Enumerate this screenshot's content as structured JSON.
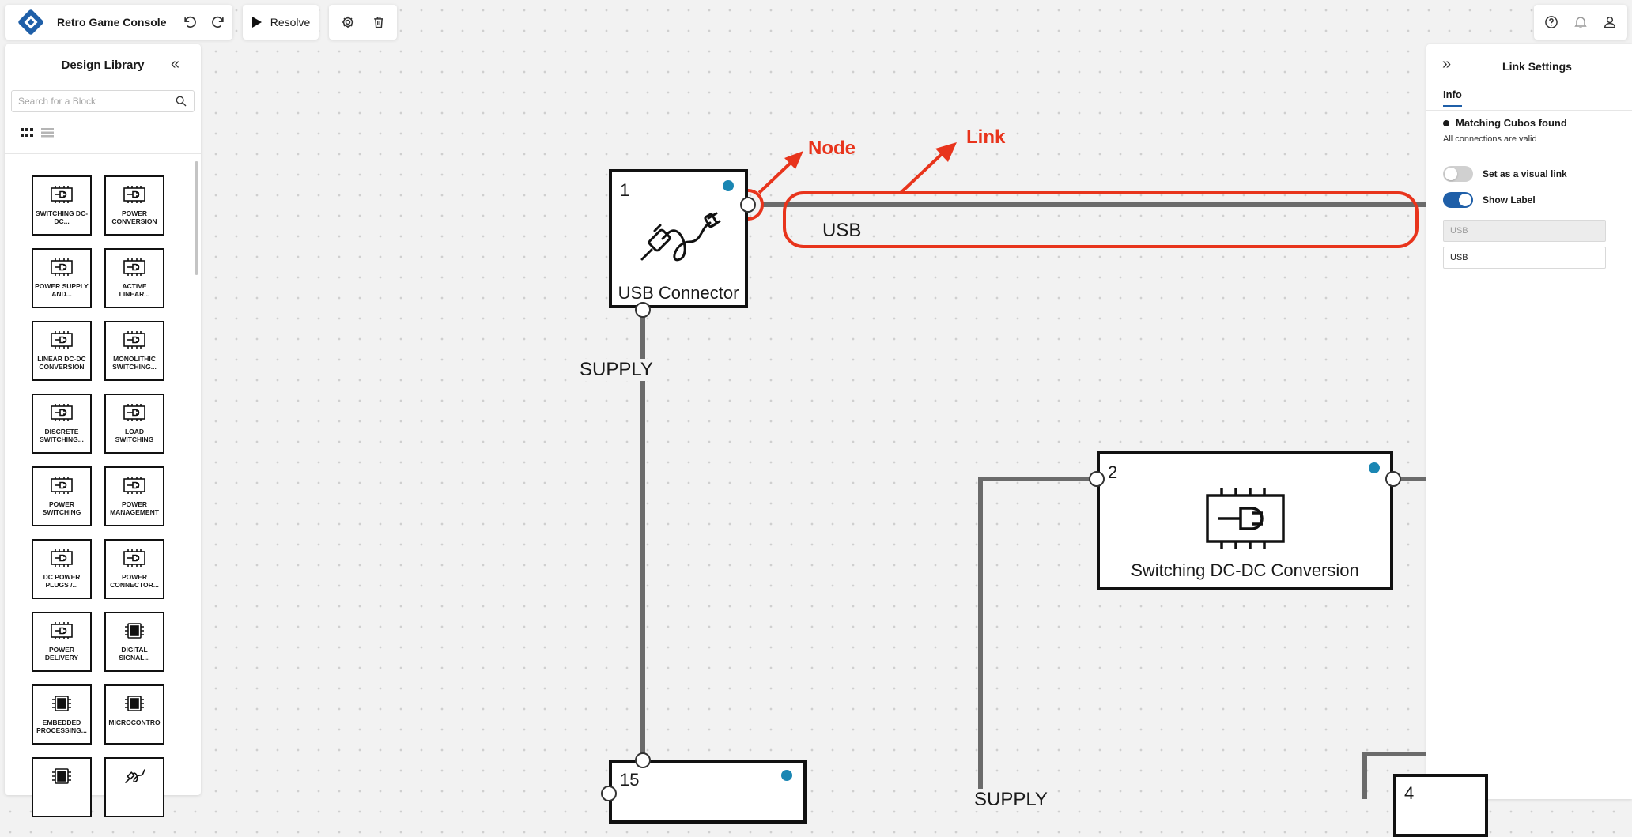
{
  "app": {
    "project_title": "Retro Game Console",
    "resolve_label": "Resolve"
  },
  "library": {
    "title": "Design Library",
    "search_placeholder": "Search for a Block",
    "blocks": [
      {
        "label": "SWITCHING DC-DC...",
        "icon": "chip-plug-icon"
      },
      {
        "label": "POWER CONVERSION",
        "icon": "chip-plug-icon"
      },
      {
        "label": "POWER SUPPLY AND...",
        "icon": "chip-plug-icon"
      },
      {
        "label": "ACTIVE LINEAR...",
        "icon": "chip-plug-icon"
      },
      {
        "label": "LINEAR DC-DC CONVERSION",
        "icon": "chip-plug-icon"
      },
      {
        "label": "MONOLITHIC SWITCHING...",
        "icon": "chip-plug-icon"
      },
      {
        "label": "DISCRETE SWITCHING...",
        "icon": "chip-plug-icon"
      },
      {
        "label": "LOAD SWITCHING",
        "icon": "chip-plug-icon"
      },
      {
        "label": "POWER SWITCHING",
        "icon": "chip-plug-icon"
      },
      {
        "label": "POWER MANAGEMENT",
        "icon": "chip-plug-icon"
      },
      {
        "label": "DC POWER PLUGS /...",
        "icon": "chip-plug-icon"
      },
      {
        "label": "POWER CONNECTOR...",
        "icon": "chip-plug-icon"
      },
      {
        "label": "POWER DELIVERY",
        "icon": "chip-plug-icon"
      },
      {
        "label": "DIGITAL SIGNAL...",
        "icon": "chip-icon"
      },
      {
        "label": "EMBEDDED PROCESSING...",
        "icon": "chip-icon"
      },
      {
        "label": "MICROCONTRO",
        "icon": "chip-icon"
      },
      {
        "label": "",
        "icon": "chip-icon"
      },
      {
        "label": "",
        "icon": "usb-cable-icon"
      }
    ]
  },
  "settings": {
    "title": "Link Settings",
    "tab_info": "Info",
    "match_title": "Matching Cubos found",
    "match_subtitle": "All connections are valid",
    "visual_link_label": "Set as a visual link",
    "visual_link_on": false,
    "show_label_label": "Show Label",
    "show_label_on": true,
    "label_placeholder": "USB",
    "label_value": "USB"
  },
  "canvas": {
    "nodes": [
      {
        "number": "1",
        "title": "USB Connector"
      },
      {
        "number": "2",
        "title": "Switching DC-DC Conversion"
      },
      {
        "number": "15",
        "title": ""
      },
      {
        "number": "4",
        "title": ""
      }
    ],
    "edge_labels": {
      "usb": "USB",
      "supply": "SUPPLY",
      "supply_bottom": "SUPPLY"
    },
    "annotations": {
      "node": "Node",
      "link": "Link"
    }
  },
  "colors": {
    "accent": "#1f5fa8",
    "status_dot": "#1a86b3",
    "annotation": "#e8341c",
    "link_line": "#6b6b6b"
  }
}
